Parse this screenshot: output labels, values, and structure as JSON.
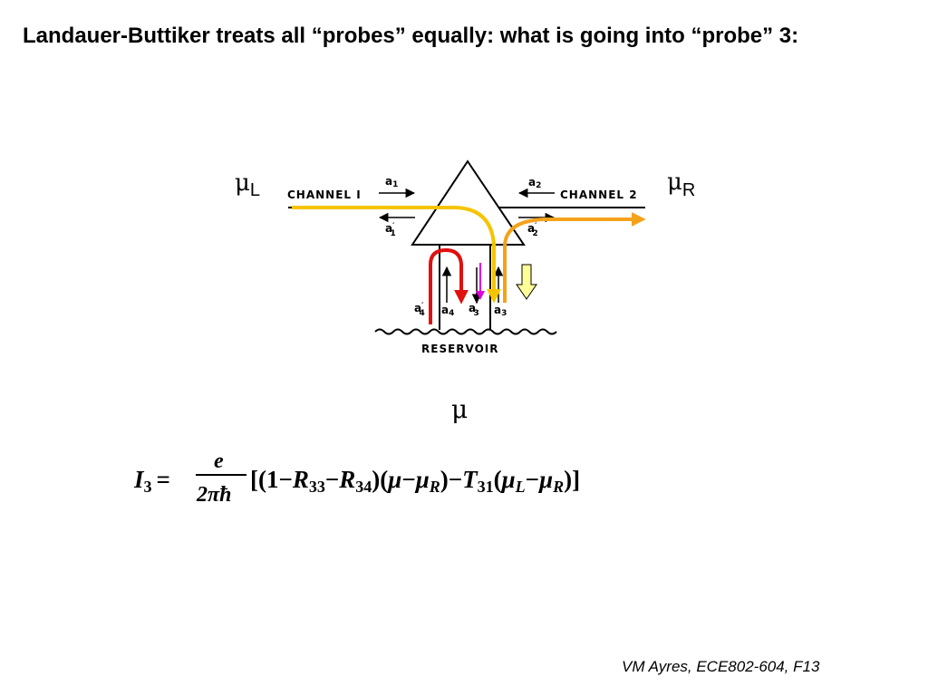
{
  "title": "Landauer-Buttiker treats all “probes” equally: what is going into “probe” 3:",
  "diagram": {
    "channel1_label": "CHANNEL I",
    "channel2_label": "CHANNEL 2",
    "reservoir_label": "RESERVOIR",
    "mu_left": "μ",
    "mu_left_sub": "L",
    "mu_right": "μ",
    "mu_right_sub": "R",
    "mu_center": "μ",
    "label_a1": "a",
    "label_a1_sub": "1",
    "label_a1p": "a",
    "label_a1p_sub": "1",
    "label_a2": "a",
    "label_a2_sub": "2",
    "label_a2p": "a",
    "label_a2p_sub": "2",
    "label_a3": "a",
    "label_a3_sub": "3",
    "label_a3p": "a",
    "label_a3p_sub": "3",
    "label_a4": "a",
    "label_a4_sub": "4",
    "label_a4p": "a",
    "label_a4p_sub": "4",
    "colors": {
      "yellow_path": "#f5c400",
      "orange_path": "#f5a21b",
      "red_path": "#e01010",
      "magenta_arrow": "#e000e0",
      "block_arrow_fill": "#ffff99"
    }
  },
  "equation": {
    "lhs": "I",
    "lhs_sub": "3",
    "equals": "=",
    "numerator": "e",
    "denominator": "2πħ",
    "open": "[(1−",
    "r33": "R",
    "r33_sub": "33",
    "minus1": "−",
    "r34": "R",
    "r34_sub": "34",
    "paren1": ")(",
    "mu1": "μ",
    "minus2": "−",
    "mu_r1": "μ",
    "mu_r1_sub": "R",
    "paren2": ")−",
    "t31": "T",
    "t31_sub": "31",
    "paren3": "(",
    "mu_l": "μ",
    "mu_l_sub": "L",
    "minus3": "−",
    "mu_r2": "μ",
    "mu_r2_sub": "R",
    "close": ")]"
  },
  "footer": "VM Ayres, ECE802-604, F13"
}
